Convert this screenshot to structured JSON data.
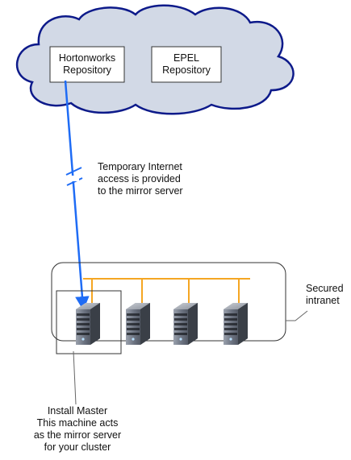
{
  "repositories": {
    "hortonworks": [
      "Hortonworks",
      "Repository"
    ],
    "epel": [
      "EPEL",
      "Repository"
    ]
  },
  "annotations": {
    "internet_access": [
      "Temporary Internet",
      "access is provided",
      "to the mirror server"
    ],
    "secured": [
      "Secured",
      "intranet"
    ],
    "install_master": [
      "Install Master",
      "This machine acts",
      "as the mirror server",
      "for your cluster"
    ]
  },
  "icons": {
    "cloud": "cloud-icon",
    "server": "server-icon",
    "link_break": "link-break-icon"
  },
  "colors": {
    "cloud_fill": "#d2d9e6",
    "cloud_stroke": "#0d1a8a",
    "blue_link": "#1f6cf5",
    "network_bus": "#f5a623",
    "callout_line": "#666666",
    "server_body": "#5b6270"
  }
}
